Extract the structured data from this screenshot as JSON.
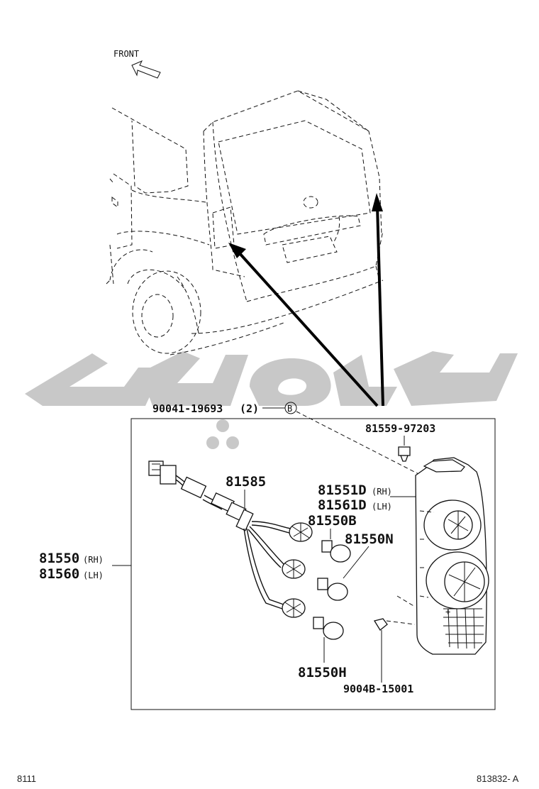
{
  "orientation_label": "FRONT",
  "callouts": {
    "screw_part": "90041-19693",
    "screw_qty": "(2)",
    "screw_ref": "B",
    "clip_part": "81559-97203",
    "socket_part": "81585",
    "lens_rh": "81551D",
    "lens_rh_suffix": "(RH)",
    "lens_lh": "81561D",
    "lens_lh_suffix": "(LH)",
    "bulb_b": "81550B",
    "bulb_n": "81550N",
    "bulb_h": "81550H",
    "assy_rh": "81550",
    "assy_rh_suffix": "(RH)",
    "assy_lh": "81560",
    "assy_lh_suffix": "(LH)",
    "nut_part": "9004B-15001"
  },
  "footer": {
    "page_code": "8111",
    "figure_code": "813832- A"
  },
  "watermark": {
    "color": "#c8c8c8"
  }
}
